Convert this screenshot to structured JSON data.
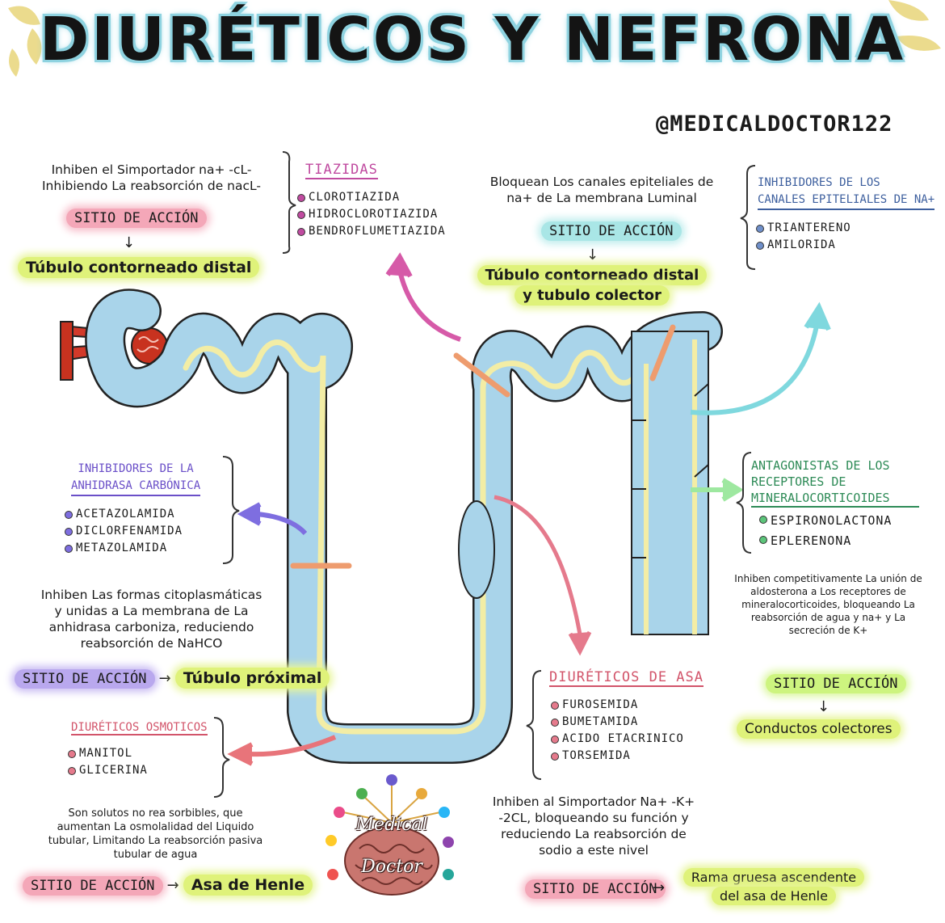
{
  "title": "DIURÉTICOS Y NEFRONA",
  "handle": "@MEDICALDOCTOR122",
  "colors": {
    "tubule": "#a9d4ea",
    "tubule_line": "#f3eda5",
    "pink": "#d65aa8",
    "teal": "#7fd8de",
    "purple": "#7e6ee0",
    "green": "#9ee8a0",
    "rose": "#e57a8c",
    "coral": "#e8747a",
    "orange": "#ee9c6e"
  },
  "tiazidas": {
    "desc_1": "Inhiben el Simportador na+ -cL-",
    "desc_2": "Inhibiendo La reabsorción de nacL-",
    "sitio": "SITIO DE ACCIÓN",
    "arrow": "↓",
    "lugar": "Túbulo contorneado distal",
    "title": "TIAZIDAS",
    "drugs": [
      "CLOROTIAZIDA",
      "HIDROCLOROTIAZIDA",
      "BENDROFLUMETIAZIDA"
    ]
  },
  "canales": {
    "desc_1": "Bloquean Los canales epiteliales de",
    "desc_2": "na+ de La membrana Luminal",
    "sitio": "SITIO DE ACCIÓN",
    "arrow": "↓",
    "lugar_1": "Túbulo contorneado distal",
    "lugar_2": "y tubulo colector",
    "title_1": "INHIBIDORES DE LOS",
    "title_2": "CANALES EPITELIALES DE NA+",
    "drugs": [
      "TRIANTERENO",
      "AMILORIDA"
    ]
  },
  "anhidrasa": {
    "title_1": "INHIBIDORES DE LA",
    "title_2": "ANHIDRASA CARBÓNICA",
    "drugs": [
      "ACETAZOLAMIDA",
      "DICLORFENAMIDA",
      "METAZOLAMIDA"
    ],
    "desc_1": "Inhiben Las formas citoplasmáticas",
    "desc_2": "y unidas a La membrana de La",
    "desc_3": "anhidrasa carboniza, reduciendo",
    "desc_4": "reabsorción de NaHCO",
    "sitio": "SITIO DE ACCIÓN",
    "arrow": "→",
    "lugar": "Túbulo próximal"
  },
  "osmoticos": {
    "title": "DIURÉTICOS OSMOTICOS",
    "drugs": [
      "MANITOL",
      "GLICERINA"
    ],
    "desc_1": "Son solutos no rea sorbibles, que",
    "desc_2": "aumentan La osmolalidad del Liquido",
    "desc_3": "tubular, Limitando La reabsorción pasiva",
    "desc_4": "tubular de agua",
    "sitio": "SITIO DE ACCIÓN",
    "arrow": "→",
    "lugar": "Asa de Henle"
  },
  "asa": {
    "title": "DIURÉTICOS DE ASA",
    "drugs": [
      "FUROSEMIDA",
      "BUMETAMIDA",
      "ACIDO ETACRINICO",
      "TORSEMIDA"
    ],
    "desc_1": "Inhiben al Simportador Na+ -K+",
    "desc_2": "-2CL, bloqueando su función y",
    "desc_3": "reduciendo La reabsorción de",
    "desc_4": "sodio a este nivel",
    "sitio": "SITIO DE ACCIÓN",
    "arrow": "→",
    "lugar_1": "Rama gruesa ascendente",
    "lugar_2": "del asa de Henle"
  },
  "antagonistas": {
    "title_1": "ANTAGONISTAS DE LOS",
    "title_2": "RECEPTORES DE",
    "title_3": "MINERALOCORTICOIDES",
    "drugs": [
      "ESPIRONOLACTONA",
      "EPLERENONA"
    ],
    "desc_1": "Inhiben competitivamente La unión de",
    "desc_2": "aldosterona a Los receptores de",
    "desc_3": "mineralocorticoides, bloqueando La",
    "desc_4": "reabsorción de agua y na+ y La",
    "desc_5": "secreción de K+",
    "sitio": "SITIO DE ACCIÓN",
    "arrow": "↓",
    "lugar": "Conductos colectores"
  },
  "logo": {
    "line_1": "Medical",
    "line_2": "Doctor"
  }
}
